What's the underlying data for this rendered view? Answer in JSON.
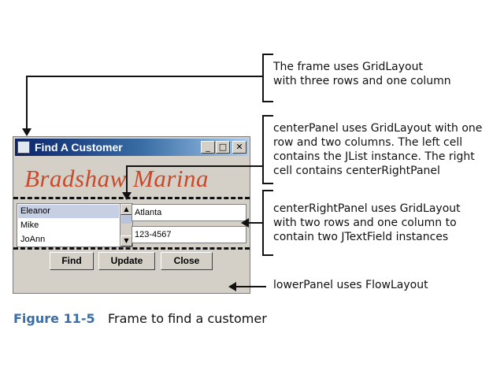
{
  "window": {
    "title": "Find A Customer",
    "minimize": "_",
    "maximize": "□",
    "close": "✕"
  },
  "brand": "Bradshaw Marina",
  "list": {
    "items": [
      "Eleanor",
      "Mike",
      "JoAnn"
    ],
    "selected_index": 0
  },
  "fields": {
    "city": "Atlanta",
    "phone": "123-4567"
  },
  "buttons": {
    "find": "Find",
    "update": "Update",
    "close": "Close"
  },
  "annotations": {
    "frame": [
      "The frame uses GridLayout",
      "with three rows and one column"
    ],
    "center_panel": [
      "centerPanel uses GridLayout with one",
      "row and two columns. The left cell",
      "contains the JList instance. The right",
      "cell contains centerRightPanel"
    ],
    "center_right_panel": [
      "centerRightPanel uses GridLayout",
      "with two rows and one column to",
      "contain two JTextField instances"
    ],
    "lower_panel": "lowerPanel uses FlowLayout"
  },
  "caption": {
    "number": "Figure 11-5",
    "text": "Frame to find a customer"
  },
  "colors": {
    "brand": "#c84a2a",
    "caption_number": "#3a6ea5",
    "titlebar": "#0a246a"
  }
}
